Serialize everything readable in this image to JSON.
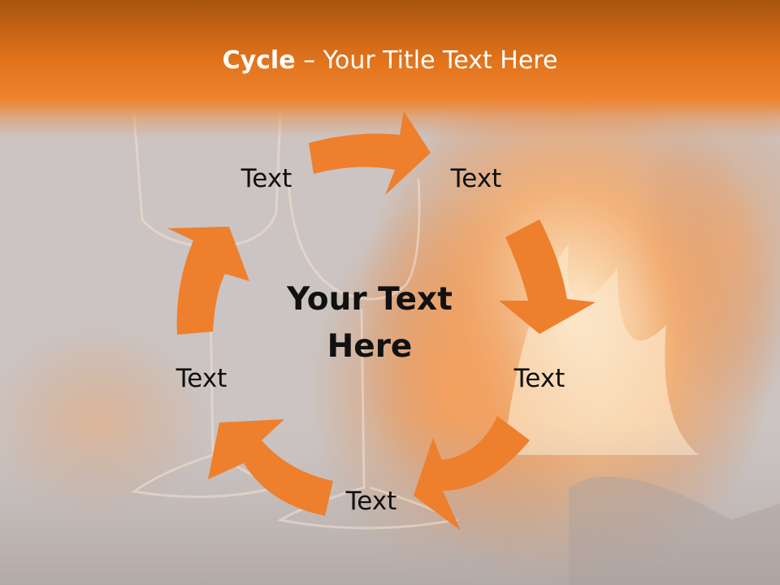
{
  "slide": {
    "title_bold": "Cycle",
    "title_rest": " – Your Title Text Here",
    "center_text_line1": "Your Text",
    "center_text_line2": "Here",
    "steps": [
      {
        "label": "Text"
      },
      {
        "label": "Text"
      },
      {
        "label": "Text"
      },
      {
        "label": "Text"
      },
      {
        "label": "Text"
      }
    ]
  },
  "colors": {
    "arrow": "#ee7f2d",
    "title_band": "#e2741c",
    "text": "#111111"
  },
  "icons": {
    "arrows": "curved-arrow"
  }
}
